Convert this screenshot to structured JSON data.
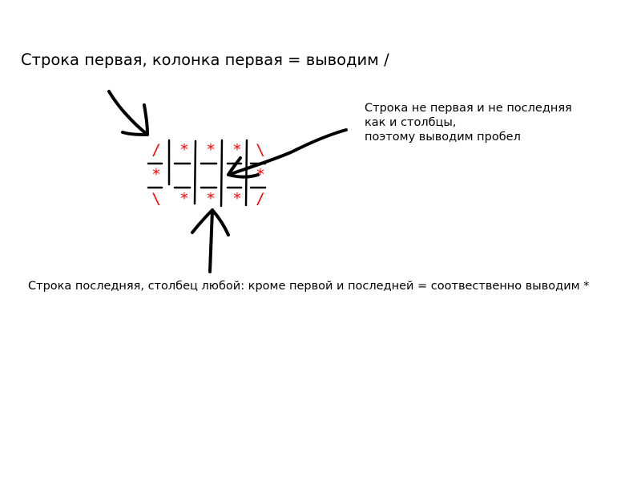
{
  "annotations": {
    "top": "Строка первая, колонка первая = выводим /",
    "right": [
      "Строка не первая и не последняя",
      "как и столбцы,",
      "поэтому выводим пробел"
    ],
    "bottom": "Строка последняя, столбец любой: кроме первой и последней = соотвественно выводим *"
  },
  "grid": {
    "rows": [
      [
        "/",
        "*",
        "*",
        "*",
        "\\"
      ],
      [
        "*",
        "",
        "",
        "",
        "*"
      ],
      [
        "\\",
        "*",
        "*",
        "*",
        "/"
      ]
    ]
  },
  "colors": {
    "cell_text": "#ff0000",
    "ink": "#000000",
    "background": "#ffffff"
  }
}
